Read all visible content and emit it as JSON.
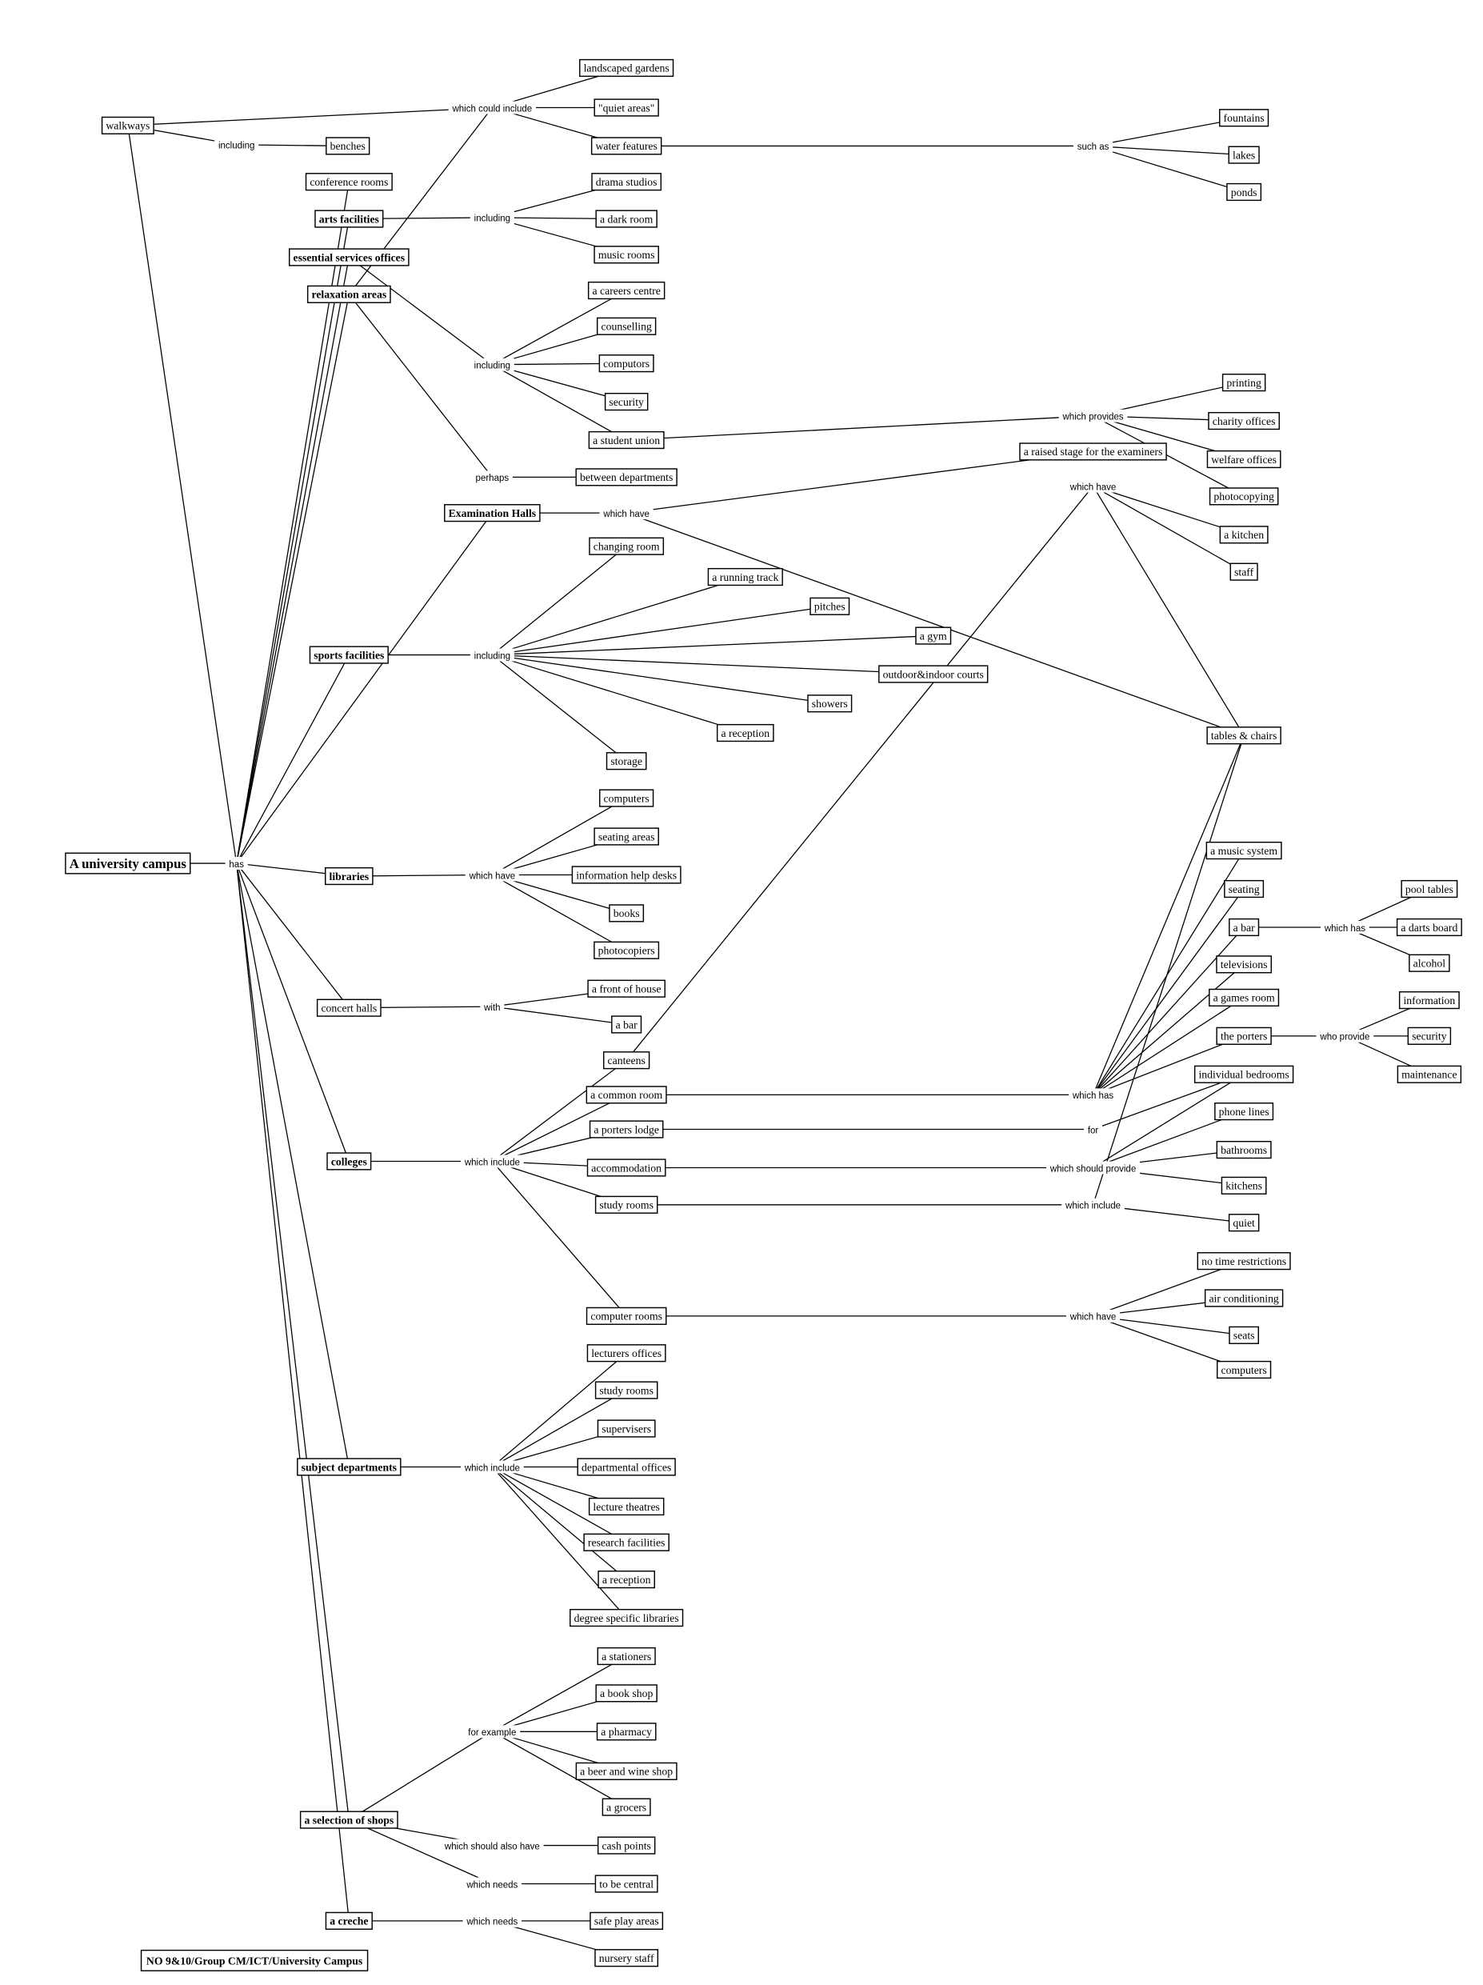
{
  "title": "A university campus",
  "footer": "NO 9&10/Group CM/ICT/University Campus",
  "nodes": {
    "root": "A university campus",
    "has": "has",
    "walkways": "walkways",
    "wci": "which could include",
    "inc1": "including",
    "benches": "benches",
    "gardens": "landscaped gardens",
    "quiet_areas": "\"quiet areas\"",
    "water": "water features",
    "suchas": "such as",
    "fountains": "fountains",
    "lakes": "lakes",
    "ponds": "ponds",
    "conf": "conference rooms",
    "arts": "arts facilities",
    "inc2": "including",
    "drama": "drama studios",
    "dark": "a dark room",
    "music_rooms": "music rooms",
    "ess": "essential services offices",
    "relax": "relaxation areas",
    "inc3": "including",
    "careers": "a careers centre",
    "counsel": "counselling",
    "computors": "computors",
    "security": "security",
    "union": "a student union",
    "provides": "which provides",
    "printing": "printing",
    "charity": "charity offices",
    "welfare": "welfare offices",
    "photocopying": "photocopying",
    "perhaps": "perhaps",
    "between": "between departments",
    "exam": "Examination Halls",
    "wh1": "which have",
    "stage": "a raised stage for the examiners",
    "wh2": "which have",
    "kitchen": "a kitchen",
    "staff": "staff",
    "tables": "tables & chairs",
    "sports": "sports facilities",
    "inc4": "including",
    "changing": "changing room",
    "track": "a running track",
    "pitches": "pitches",
    "gym": "a gym",
    "courts": "outdoor&indoor courts",
    "showers": "showers",
    "reception": "a reception",
    "storage": "storage",
    "libraries": "libraries",
    "wh3": "which have",
    "computers": "computers",
    "seating_areas": "seating areas",
    "helpdesks": "information help desks",
    "books": "books",
    "photocopiers": "photocopiers",
    "concert": "concert halls",
    "with": "with",
    "front": "a front of house",
    "bar1": "a bar",
    "colleges": "colleges",
    "wi1": "which include",
    "canteens": "canteens",
    "common": "a common room",
    "porters_lodge": "a porters lodge",
    "accom": "accommodation",
    "study1": "study rooms",
    "comp_rooms": "computer rooms",
    "whas1": "which has",
    "for": "for",
    "wsp": "which should provide",
    "wi2": "which include",
    "wh4": "which have",
    "musicsys": "a music system",
    "seating": "seating",
    "bar2": "a bar",
    "tv": "televisions",
    "games": "a games room",
    "porters": "the porters",
    "bedrooms": "individual bedrooms",
    "phone": "phone lines",
    "bathrooms": "bathrooms",
    "kitchens": "kitchens",
    "quiet": "quiet",
    "whas2": "which has",
    "pool": "pool tables",
    "darts": "a darts board",
    "alcohol": "alcohol",
    "whoprov": "who provide",
    "information": "information",
    "security2": "security",
    "maintenance": "maintenance",
    "notime": "no time restrictions",
    "aircon": "air conditioning",
    "seats": "seats",
    "computers2": "computers",
    "subject": "subject departments",
    "wi3": "which include",
    "lecturers": "lecturers offices",
    "study2": "study rooms",
    "supervisers": "supervisers",
    "deptoff": "departmental offices",
    "theatres": "lecture theatres",
    "research": "research facilities",
    "reception2": "a reception",
    "degree": "degree specific libraries",
    "shops": "a selection of shops",
    "forex": "for example",
    "stationers": "a stationers",
    "bookshop": "a book shop",
    "pharmacy": "a pharmacy",
    "beer": "a beer and wine shop",
    "grocers": "a grocers",
    "wsah": "which should also have",
    "cash": "cash points",
    "wn1": "which needs",
    "central": "to be central",
    "creche": "a creche",
    "wn2": "which needs",
    "safeplay": "safe play areas",
    "nursery": "nursery staff"
  }
}
